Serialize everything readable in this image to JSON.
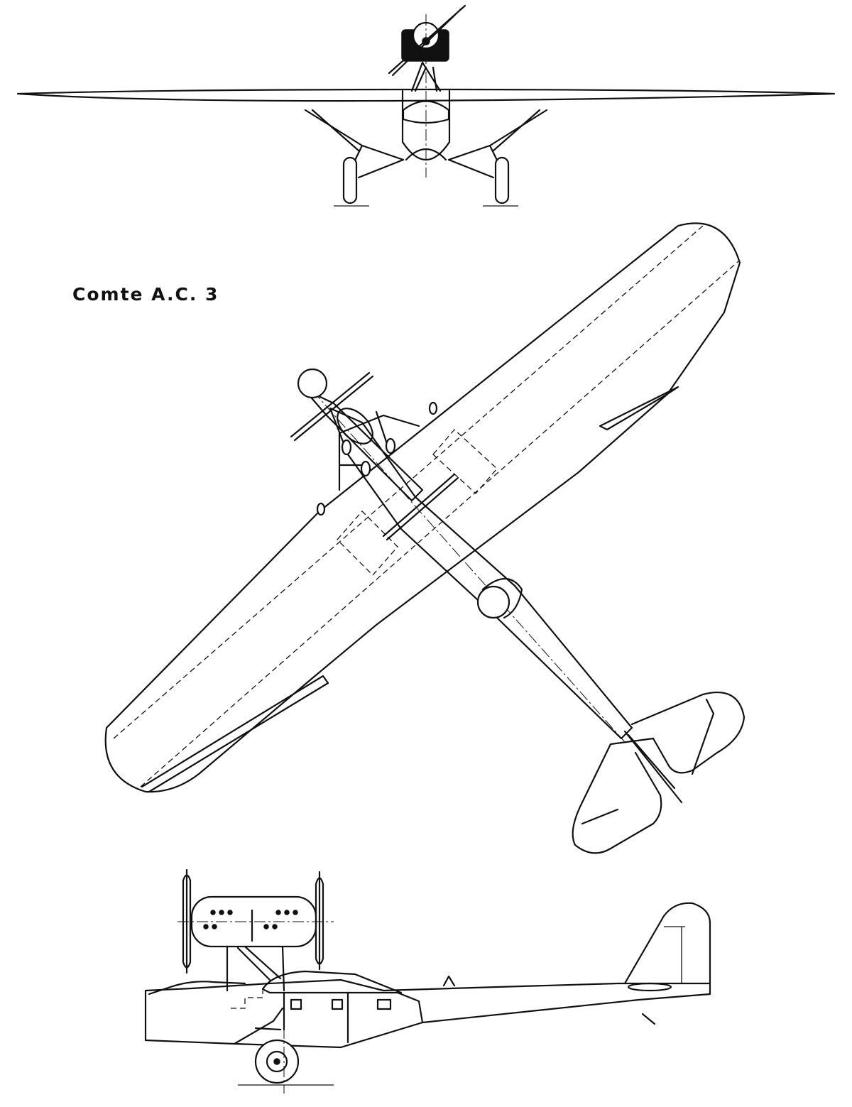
{
  "title": "Comte A.C. 3",
  "views": [
    {
      "name": "front-view"
    },
    {
      "name": "plan-view"
    },
    {
      "name": "side-view"
    }
  ]
}
